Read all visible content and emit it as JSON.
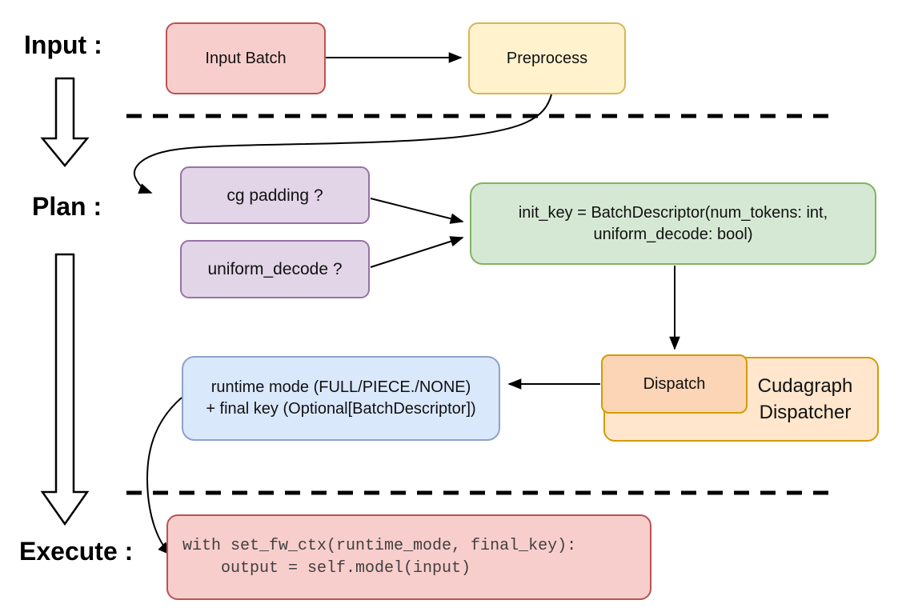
{
  "phases": {
    "input_label": "Input :",
    "plan_label": "Plan :",
    "execute_label": "Execute :"
  },
  "nodes": {
    "input_batch": {
      "label": "Input Batch",
      "fill": "#f8cecc",
      "border": "#b85450"
    },
    "preprocess": {
      "label": "Preprocess",
      "fill": "#fff2cc",
      "border": "#d6b656"
    },
    "cg_padding": {
      "label": "cg padding ?",
      "fill": "#e1d5e7",
      "border": "#9673a6"
    },
    "uniform_decode": {
      "label": "uniform_decode ?",
      "fill": "#e1d5e7",
      "border": "#9673a6"
    },
    "init_key": {
      "line1": "init_key = BatchDescriptor(num_tokens: int,",
      "line2": "uniform_decode: bool)",
      "fill": "#d5e8d4",
      "border": "#82b366"
    },
    "runtime_mode": {
      "line1": "runtime mode (FULL/PIECE./NONE)",
      "line2": "+ final key (Optional[BatchDescriptor])",
      "fill": "#dae8fc",
      "border": "#8da2cc"
    },
    "dispatch": {
      "label": "Dispatch",
      "fill": "#fbd5b5",
      "border": "#d79b00"
    },
    "cudagraph_dispatcher": {
      "line1": "Cudagraph",
      "line2": "Dispatcher",
      "fill": "#ffe6cc",
      "border": "#d79b00"
    },
    "execute_code": {
      "line1": "with set_fw_ctx(runtime_mode, final_key):",
      "line2": "    output = self.model(input)",
      "fill": "#f8cecc",
      "border": "#b85450"
    }
  },
  "connector_color": "#000000"
}
